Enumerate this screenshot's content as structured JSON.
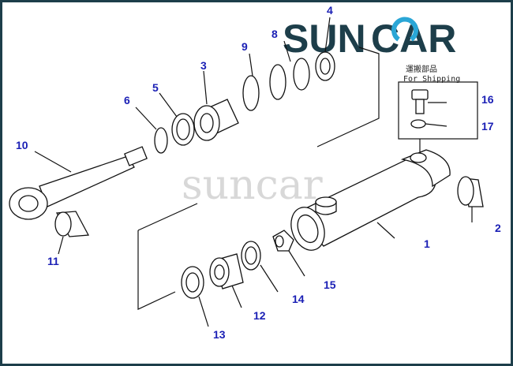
{
  "brand": {
    "text_a": "SUN",
    "text_b": "CAR",
    "primary_color": "#1d3e4a",
    "accent_color": "#2aa6d6"
  },
  "watermark": "suncar",
  "shipping_box": {
    "title_jp": "運搬部品",
    "title_en": "For Shipping"
  },
  "label_color": "#1a1fb5",
  "callouts": [
    "1",
    "2",
    "3",
    "4",
    "5",
    "6",
    "8",
    "9",
    "10",
    "11",
    "12",
    "13",
    "14",
    "15",
    "16",
    "17"
  ]
}
